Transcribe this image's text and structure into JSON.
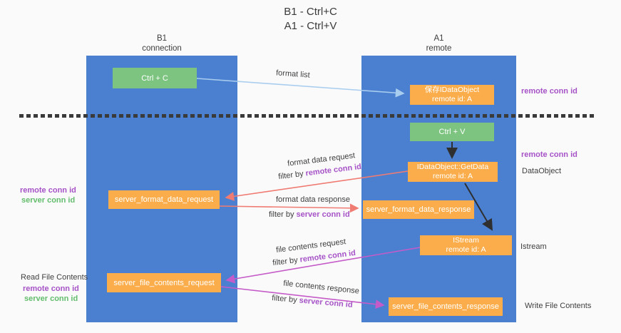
{
  "title": {
    "line1": "B1 - Ctrl+C",
    "line2": "A1 - Ctrl+V"
  },
  "lanes": {
    "b1": {
      "title": "B1",
      "subtitle": "connection"
    },
    "a1": {
      "title": "A1",
      "subtitle": "remote"
    }
  },
  "nodes": {
    "ctrl_c": {
      "label": "Ctrl + C"
    },
    "save_idataobject": {
      "line1": "保存IDataObject",
      "line2": "remote id: A"
    },
    "ctrl_v": {
      "label": "Ctrl + V"
    },
    "getdata": {
      "line1": "IDataObject::GetData",
      "line2": "remote id: A"
    },
    "format_request": {
      "label": "server_format_data_request"
    },
    "format_response": {
      "label": "server_format_data_response"
    },
    "istream": {
      "line1": "IStream",
      "line2": "remote id: A"
    },
    "file_request": {
      "label": "server_file_contents_request"
    },
    "file_response": {
      "label": "server_file_contents_response"
    }
  },
  "annotations": {
    "right": {
      "remote_conn_top": "remote conn id",
      "remote_conn_mid": "remote conn id",
      "dataobject": "DataObject",
      "istream": "Istream",
      "write_file": "Write File Contents"
    },
    "left": {
      "remote_conn_1": "remote conn id",
      "server_conn_1": "server conn id",
      "read_file": "Read File Contents",
      "remote_conn_2": "remote conn id",
      "server_conn_2": "server conn id"
    }
  },
  "flow": {
    "format_list": "format list",
    "format_request": {
      "title": "format data request",
      "filter_prefix": "filter by ",
      "filter_value": "remote conn id"
    },
    "format_response": {
      "title": "format data response",
      "filter_prefix": "filter by ",
      "filter_value": "server conn id"
    },
    "file_request": {
      "title": "file contents request",
      "filter_prefix": "filter by ",
      "filter_value": "remote conn id"
    },
    "file_response": {
      "title": "file contents response",
      "filter_prefix": "filter by ",
      "filter_value": "server conn id"
    }
  },
  "colors": {
    "lane_blue": "#4b80d1",
    "box_green": "#7cc47f",
    "box_orange": "#fbad4b",
    "accent_purple": "#a653c7",
    "accent_green": "#63bd6d",
    "arrow_blue": "#a9cdef",
    "arrow_red": "#ef7b72",
    "arrow_magenta": "#c55bc8",
    "arrow_black": "#2f2f2f"
  }
}
